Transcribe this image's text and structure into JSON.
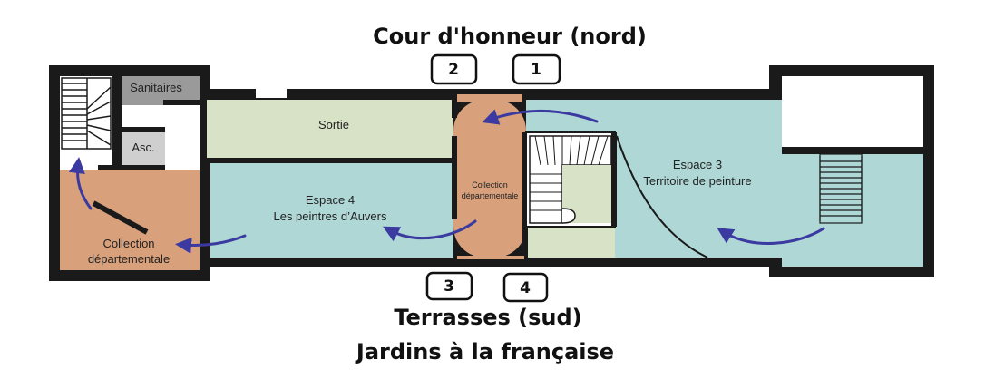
{
  "headings": {
    "north": "Cour d'honneur (nord)",
    "south": "Terrasses (sud)",
    "south_sub": "Jardins à la française"
  },
  "doors": [
    "1",
    "2",
    "3",
    "4"
  ],
  "rooms": {
    "sanitaires": "Sanitaires",
    "ascenseur": "Asc.",
    "sortie": "Sortie",
    "espace4_title": "Espace 4",
    "espace4_sub": "Les peintres d’Auvers",
    "espace3_title": "Espace 3",
    "espace3_sub": "Territoire de peinture",
    "collection_center_line1": "Collection",
    "collection_center_line2": "départementale",
    "collection_left_line1": "Collection",
    "collection_left_line2": "départementale"
  },
  "colors": {
    "wall": "#1a1a1a",
    "teal_room": "#aed7d6",
    "sage_room": "#d8e2c6",
    "salmon_room": "#d9a07c",
    "gray_room": "#9a9a9a",
    "light_gray_room": "#cfcfcf",
    "arrow": "#3b3aa0"
  },
  "icons": {
    "arrow": "curved-arrow-icon",
    "stairs": "staircase-icon"
  }
}
